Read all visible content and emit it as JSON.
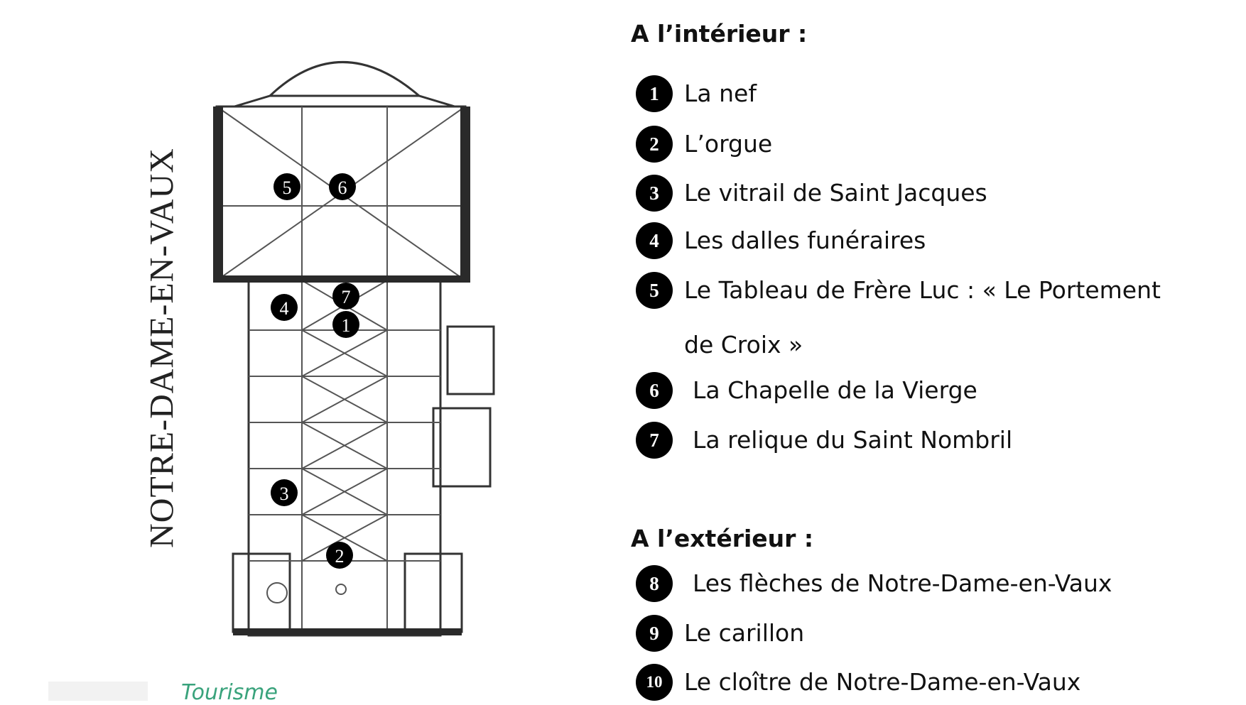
{
  "plan": {
    "title": "NOTRE-DAME-EN-VAUX",
    "brand": "Tourisme",
    "markers": [
      "1",
      "2",
      "3",
      "4",
      "5",
      "6",
      "7"
    ]
  },
  "interior": {
    "heading": "A l’intérieur :",
    "items": [
      {
        "num": "1",
        "label": "La nef"
      },
      {
        "num": "2",
        "label": "L’orgue"
      },
      {
        "num": "3",
        "label": "Le vitrail de Saint Jacques"
      },
      {
        "num": "4",
        "label": "Les dalles funéraires"
      },
      {
        "num": "5",
        "label": "Le Tableau de Frère Luc : « Le Portement"
      },
      {
        "num": "6",
        "label": "La Chapelle de la Vierge"
      },
      {
        "num": "7",
        "label": "La relique du Saint Nombril"
      }
    ],
    "continuation": "de Croix »"
  },
  "exterior": {
    "heading": "A l’extérieur :",
    "items": [
      {
        "num": "8",
        "label": "Les flèches de Notre-Dame-en-Vaux"
      },
      {
        "num": "9",
        "label": "Le carillon"
      },
      {
        "num": "10",
        "label": "Le cloître de Notre-Dame-en-Vaux"
      }
    ]
  },
  "colors": {
    "marker": "#000000",
    "ink": "#222222",
    "brand": "#3aa37c"
  }
}
